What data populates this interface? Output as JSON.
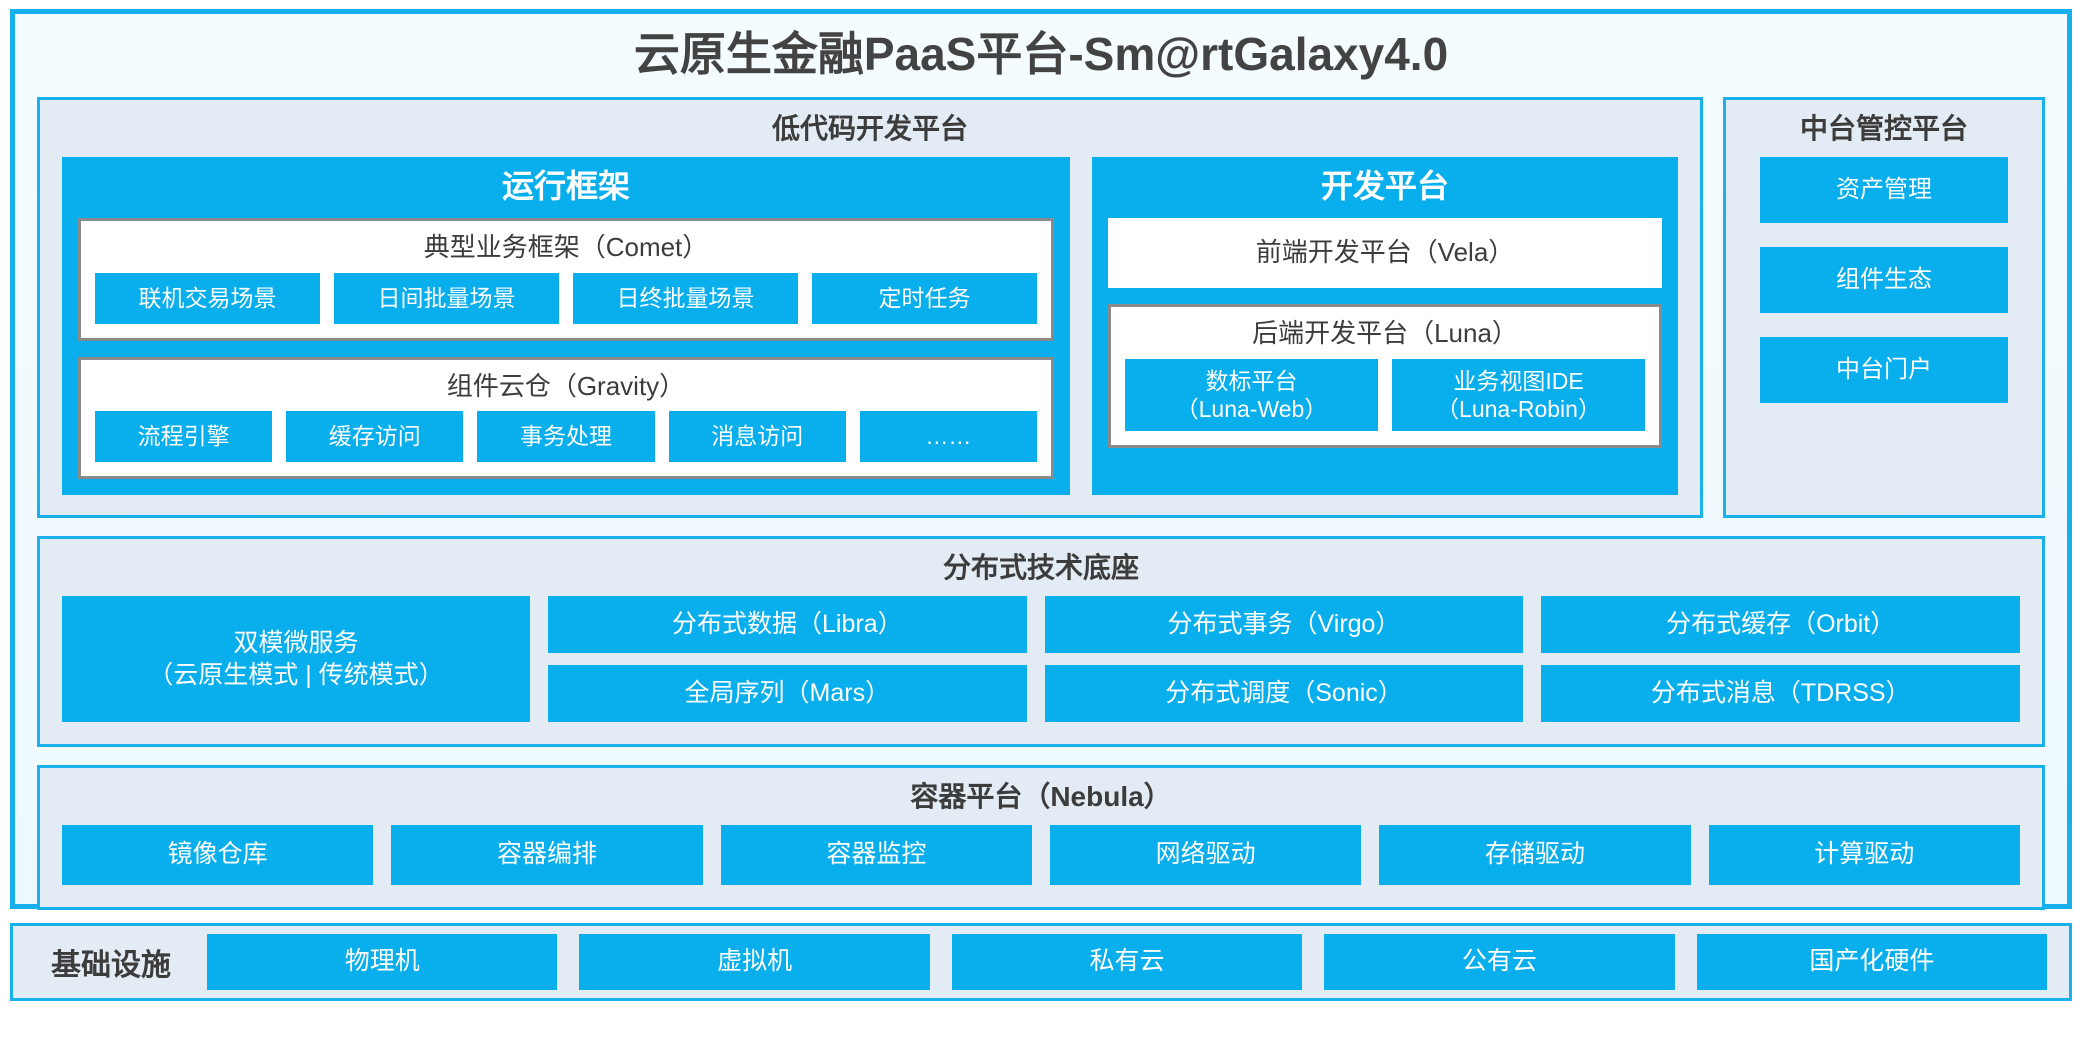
{
  "title": "云原生金融PaaS平台-Sm@rtGalaxy4.0",
  "colors": {
    "accent": "#09aeec",
    "frame_border": "#18b0ec",
    "panel_bg": "#e3ebf4",
    "text": "#3c3c3c",
    "inner_border": "#8a8a8a"
  },
  "lowcode": {
    "title": "低代码开发平台",
    "runtime": {
      "title": "运行框架",
      "comet": {
        "title": "典型业务框架（Comet）",
        "items": [
          "联机交易场景",
          "日间批量场景",
          "日终批量场景",
          "定时任务"
        ]
      },
      "gravity": {
        "title": "组件云仓（Gravity）",
        "items": [
          "流程引擎",
          "缓存访问",
          "事务处理",
          "消息访问",
          "……"
        ]
      }
    },
    "devplatform": {
      "title": "开发平台",
      "vela": "前端开发平台（Vela）",
      "luna": {
        "title": "后端开发平台（Luna）",
        "items": [
          {
            "line1": "数标平台",
            "line2": "（Luna-Web）"
          },
          {
            "line1": "业务视图IDE",
            "line2": "（Luna-Robin）"
          }
        ]
      }
    }
  },
  "midplatform": {
    "title": "中台管控平台",
    "items": [
      "资产管理",
      "组件生态",
      "中台门户"
    ]
  },
  "techbase": {
    "title": "分布式技术底座",
    "wide": {
      "line1": "双模微服务",
      "line2": "（云原生模式 | 传统模式）"
    },
    "columns": [
      [
        "分布式数据（Libra）",
        "全局序列（Mars）"
      ],
      [
        "分布式事务（Virgo）",
        "分布式调度（Sonic）"
      ],
      [
        "分布式缓存（Orbit）",
        "分布式消息（TDRSS）"
      ]
    ]
  },
  "containerplatform": {
    "title": "容器平台（Nebula）",
    "items": [
      "镜像仓库",
      "容器编排",
      "容器监控",
      "网络驱动",
      "存储驱动",
      "计算驱动"
    ]
  },
  "infrastructure": {
    "label": "基础设施",
    "items": [
      "物理机",
      "虚拟机",
      "私有云",
      "公有云",
      "国产化硬件"
    ]
  }
}
